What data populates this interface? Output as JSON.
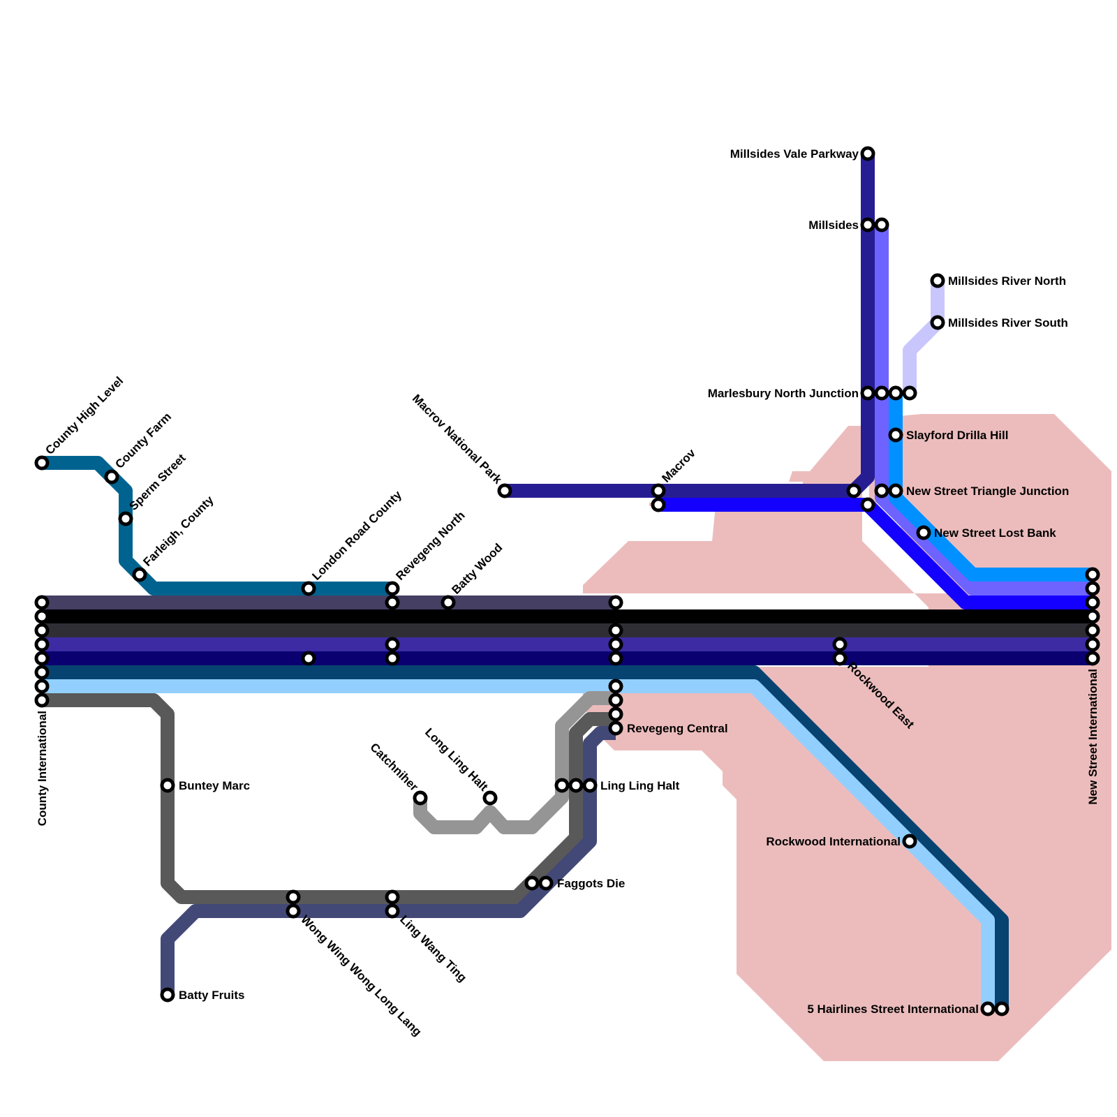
{
  "map": {
    "title": "Transit network map",
    "water_color": "#ecbcbc",
    "lines": [
      {
        "id": "teal",
        "color": "#00638f",
        "stations": [
          "County High Level",
          "County Farm",
          "Sperm Street",
          "Farleigh, County",
          "London Road County",
          "Revegeng North"
        ]
      },
      {
        "id": "slate-purple",
        "color": "#453f63",
        "stations": [
          "County International",
          "Revegeng North",
          "Batty Wood",
          "Revegeng Central"
        ]
      },
      {
        "id": "black",
        "color": "#000000",
        "stations": [
          "County International",
          "New Street International"
        ]
      },
      {
        "id": "charcoal",
        "color": "#302e35",
        "stations": [
          "County International",
          "Revegeng Central",
          "New Street International"
        ]
      },
      {
        "id": "indigo",
        "color": "#3d2ba4",
        "stations": [
          "County International",
          "Revegeng North",
          "Revegeng Central",
          "Rockwood East",
          "New Street International"
        ]
      },
      {
        "id": "navy",
        "color": "#0a006f",
        "stations": [
          "County International",
          "London Road County",
          "Revegeng North",
          "Revegeng Central",
          "Rockwood East",
          "New Street International"
        ]
      },
      {
        "id": "petrol",
        "color": "#074371",
        "stations": [
          "County International",
          "Rockwood International",
          "5 Hairlines Street International"
        ]
      },
      {
        "id": "sky",
        "color": "#92cfff",
        "stations": [
          "County International",
          "Revegeng Central",
          "Rockwood International",
          "5 Hairlines Street International"
        ]
      },
      {
        "id": "dark-grey",
        "color": "#595959",
        "stations": [
          "County International",
          "Buntey Marc",
          "Wong Wing Wong Long Lang",
          "Ling Wang Ting",
          "Faggots Die",
          "Ling Ling Halt",
          "Revegeng Central"
        ]
      },
      {
        "id": "dusk",
        "color": "#434977",
        "stations": [
          "Batty Fruits",
          "Wong Wing Wong Long Lang",
          "Ling Wang Ting",
          "Faggots Die",
          "Ling Ling Halt",
          "Revegeng Central"
        ]
      },
      {
        "id": "light-grey",
        "color": "#959595",
        "stations": [
          "Catchniher",
          "Long Ling Halt",
          "Ling Ling Halt",
          "Revegeng Central"
        ]
      },
      {
        "id": "royal-navy",
        "color": "#271d93",
        "stations": [
          "Macrov National Park",
          "Macrov",
          "New Street Triangle Junction",
          "Marlesbury North Junction",
          "Millsides",
          "Millsides Vale Parkway"
        ]
      },
      {
        "id": "blue",
        "color": "#1400ff",
        "stations": [
          "Macrov",
          "New Street Triangle Junction",
          "New Street International"
        ]
      },
      {
        "id": "periwinkle",
        "color": "#6e63ff",
        "stations": [
          "Millsides",
          "Marlesbury North Junction",
          "New Street Triangle Junction",
          "New Street International"
        ]
      },
      {
        "id": "azure",
        "color": "#0090ff",
        "stations": [
          "Marlesbury North Junction",
          "Slayford Drilla Hill",
          "New Street Triangle Junction",
          "New Street Lost Bank",
          "New Street International"
        ]
      },
      {
        "id": "lavender",
        "color": "#c9c6fd",
        "stations": [
          "Millsides River North",
          "Millsides River South",
          "Marlesbury North Junction"
        ]
      }
    ],
    "station_labels": {
      "county_high_level": "County High Level",
      "county_farm": "County Farm",
      "sperm_street": "Sperm Street",
      "farleigh_county": "Farleigh, County",
      "london_road_county": "London Road County",
      "revegeng_north": "Revegeng North",
      "batty_wood": "Batty Wood",
      "macrov_national_park": "Macrov National Park",
      "macrov": "Macrov",
      "millsides_vale_parkway": "Millsides Vale Parkway",
      "millsides": "Millsides",
      "millsides_river_north": "Millsides River North",
      "millsides_river_south": "Millsides River South",
      "marlesbury_north_junction": "Marlesbury North Junction",
      "slayford_drilla_hill": "Slayford Drilla Hill",
      "new_street_triangle_junction": "New Street Triangle Junction",
      "new_street_lost_bank": "New Street Lost Bank",
      "new_street_international": "New Street International",
      "county_international": "County International",
      "rockwood_east": "Rockwood East",
      "revegeng_central": "Revegeng Central",
      "ling_ling_halt": "Ling Ling Halt",
      "long_ling_halt": "Long Ling Halt",
      "catchniher": "Catchniher",
      "buntey_marc": "Buntey Marc",
      "faggots_die": "Faggots Die",
      "rockwood_international": "Rockwood International",
      "wong_wing_wong_long_lang": "Wong Wing Wong Long Lang",
      "ling_wang_ting": "Ling Wang Ting",
      "batty_fruits": "Batty Fruits",
      "five_hairlines_street_international": "5 Hairlines Street International"
    }
  }
}
